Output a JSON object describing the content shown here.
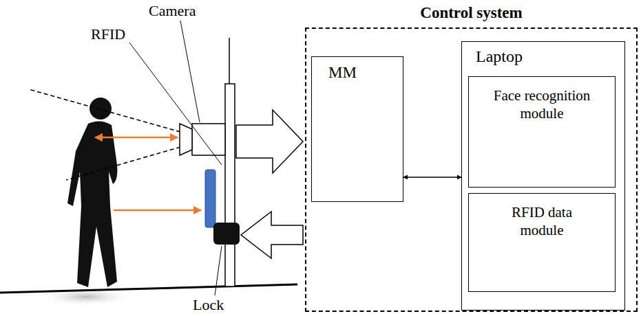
{
  "diagram": {
    "nodes": [
      {
        "text": [
          "Control system"
        ]
      },
      {
        "text": [
          "MM"
        ],
        "in": 0
      },
      {
        "text": [
          "Laptop"
        ],
        "in": 0
      },
      {
        "text": [
          "Face recognition module"
        ],
        "in": 2
      },
      {
        "text": [
          "RFID data module"
        ],
        "in": 2
      }
    ],
    "edges": [
      {
        "from": 1,
        "to": 2,
        "arrow": "both"
      }
    ],
    "labels": [
      "Camera",
      "RFID",
      "Lock"
    ]
  }
}
